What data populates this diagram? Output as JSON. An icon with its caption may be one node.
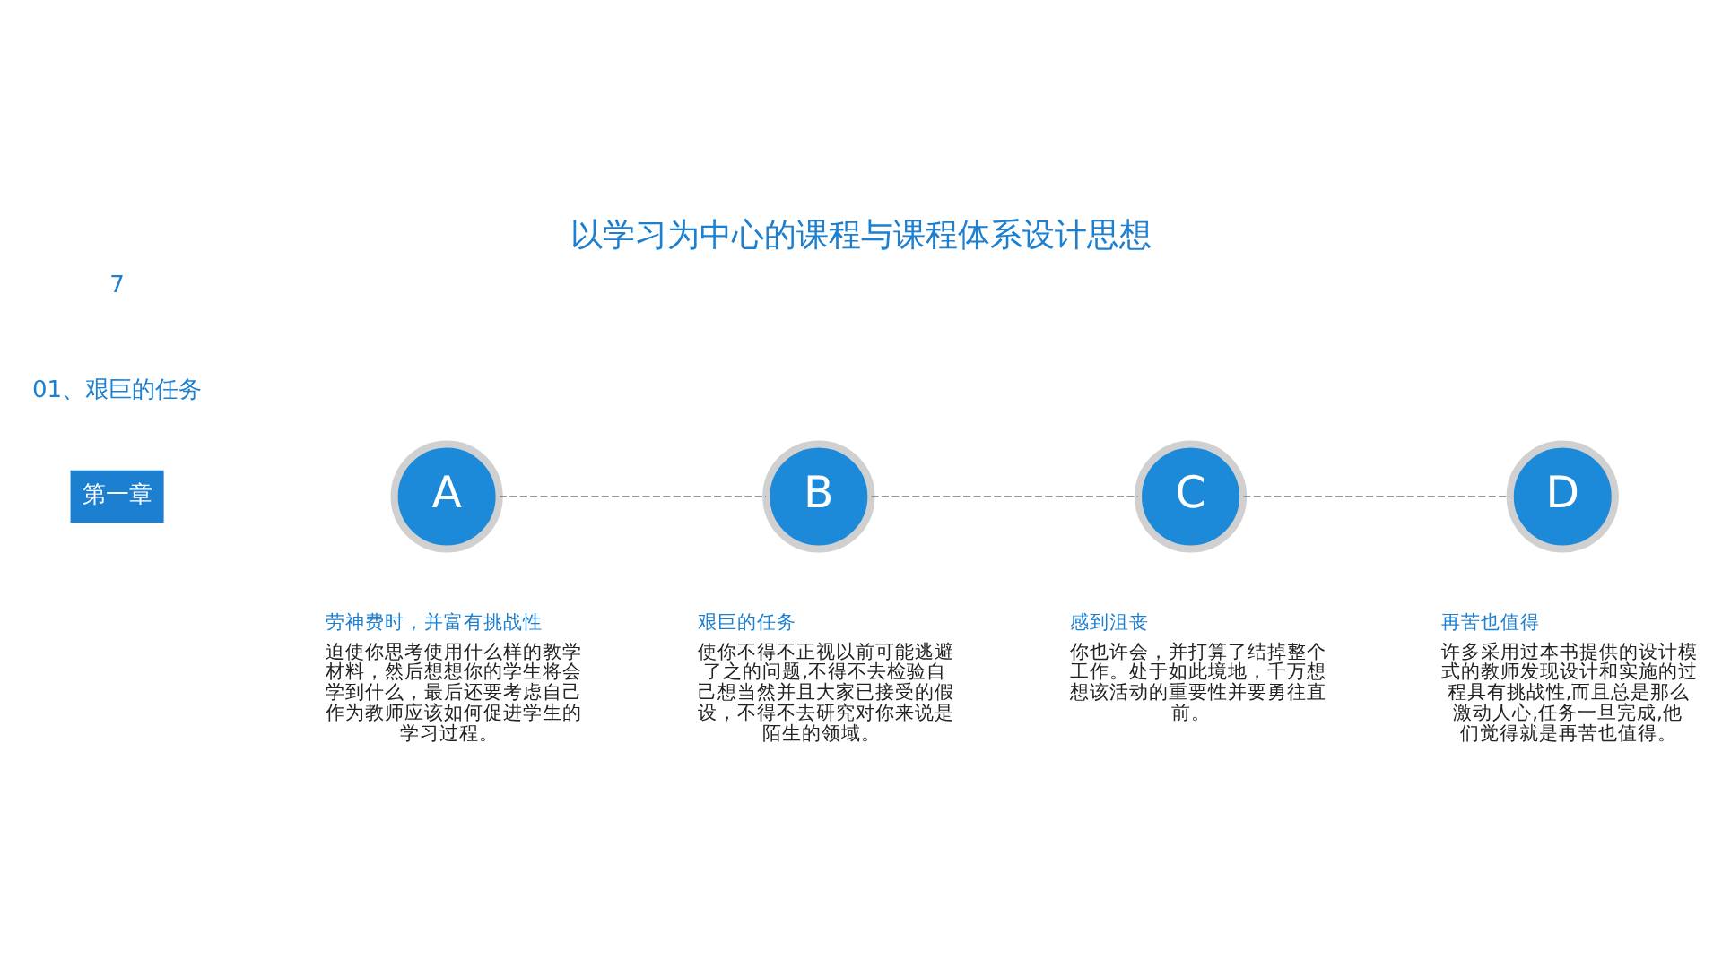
{
  "diagram": {
    "title": "以学习为中心的课程与课程体系设计思想",
    "nodes": [
      {
        "text": [
          "A"
        ],
        "beside": [
          "劳神费时，并富有挑战性",
          "迫使你思考使用什么样的教学材料，然后想想你的学生将会学到什么，最后还要考虑自己作为教师应该如何促进学生的学习过程。"
        ]
      },
      {
        "text": [
          "B"
        ],
        "beside": [
          "艰巨的任务",
          "使你不得不正视以前可能逃避了之的问题,不得不去检验自己想当然并且大家已接受的假设，不得不去研究对你来说是陌生的领域。"
        ]
      },
      {
        "text": [
          "C"
        ],
        "beside": [
          "感到沮丧",
          "你也许会，并打算了结掉整个工作。处于如此境地，千万想想该活动的重要性并要勇往直前。"
        ]
      },
      {
        "text": [
          "D"
        ],
        "beside": [
          "再苦也值得",
          "许多采用过本书提供的设计模式的教师发现设计和实施的过程具有挑战性,而且总是那么激动人心,任务一旦完成,他们觉得就是再苦也值得。"
        ]
      }
    ],
    "edges": [
      {
        "from": 0,
        "to": 1,
        "arrow": "none",
        "style": "dashed"
      },
      {
        "from": 1,
        "to": 2,
        "arrow": "none",
        "style": "dashed"
      },
      {
        "from": 2,
        "to": 3,
        "arrow": "none",
        "style": "dashed"
      }
    ],
    "labels": [
      "第一章",
      "01、艰巨的任务",
      "7"
    ]
  }
}
